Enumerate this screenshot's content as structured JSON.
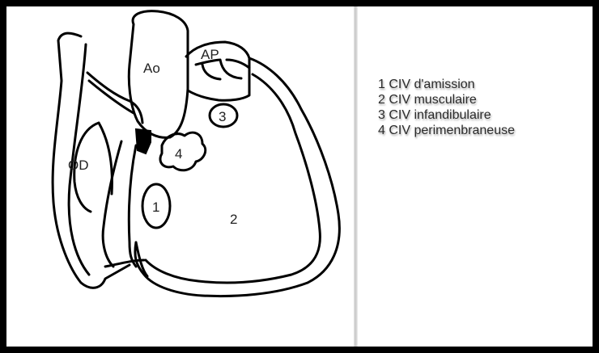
{
  "diagram": {
    "labels": {
      "ao": "Ao",
      "ap": "AP",
      "od": "OD",
      "defect1": "1",
      "defect2": "2",
      "defect3": "3",
      "defect4": "4"
    },
    "legend": [
      "1 CIV d'amission",
      "2 CIV musculaire",
      "3 CIV infandibulaire",
      "4 CIV perimenbraneuse"
    ]
  }
}
